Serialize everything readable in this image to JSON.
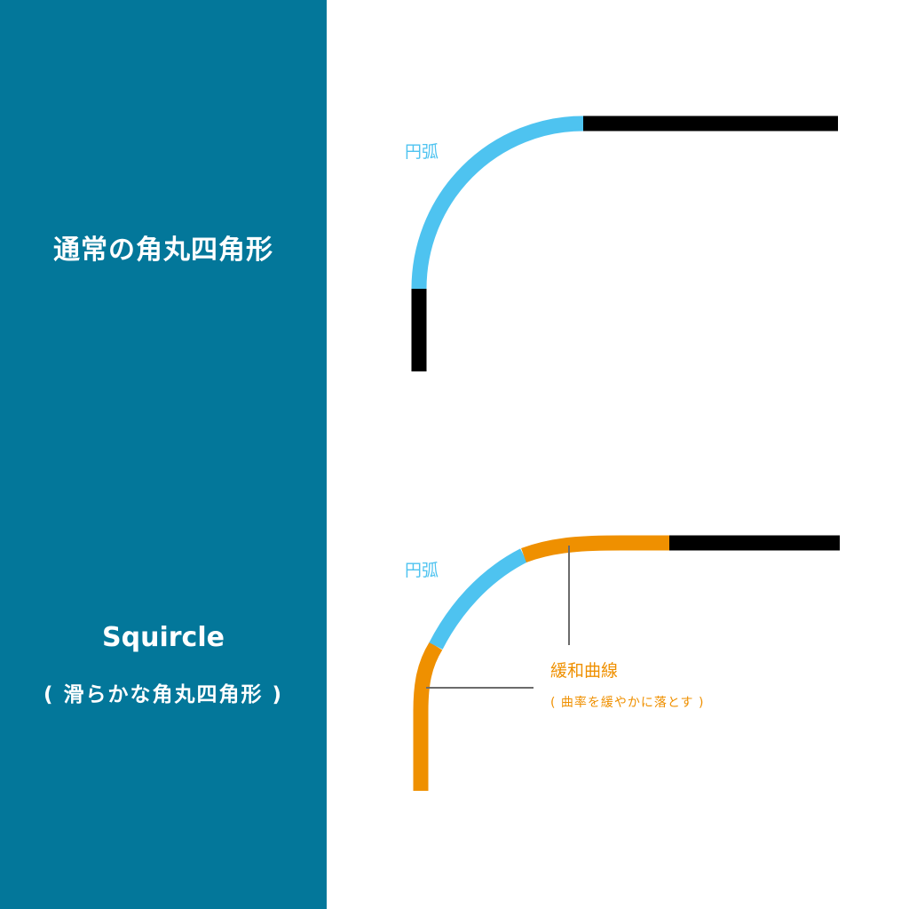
{
  "left_panel": {
    "title_top": "通常の角丸四角形",
    "title_bottom": "Squircle",
    "subtitle_bottom": "( 滑らかな角丸四角形 )",
    "background": "#03779a"
  },
  "top_diagram": {
    "arc_label": "円弧",
    "colors": {
      "straight": "#000000",
      "arc": "#4ec3f0"
    }
  },
  "bottom_diagram": {
    "arc_label": "円弧",
    "ease_label": "緩和曲線",
    "ease_sublabel": "( 曲率を緩やかに落とす )",
    "colors": {
      "straight": "#000000",
      "arc": "#4ec3f0",
      "ease": "#ef9000",
      "leader": "#6b6b6b"
    }
  }
}
